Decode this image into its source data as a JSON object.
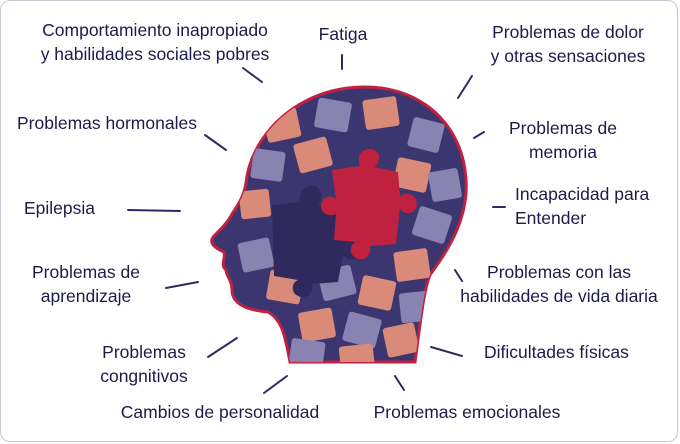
{
  "labels": {
    "social": "Comportamiento inapropiado\ny habilidades sociales pobres",
    "fatigue": "Fatiga",
    "pain": "Problemas de dolor\ny otras sensaciones",
    "hormonal": "Problemas hormonales",
    "memory": "Problemas de\nmemoria",
    "epilepsy": "Epilepsia",
    "understanding": "Incapacidad para\nEntender",
    "learning": "Problemas de\naprendizaje",
    "daily_living": "Problemas con las\nhabilidades de vida diaria",
    "cognitive": "Problemas\ncongnitivos",
    "physical": "Dificultades físicas",
    "personality": "Cambios de personalidad",
    "emotional": "Problemas emocionales"
  },
  "colors": {
    "text": "#1d1b4a",
    "line": "#2e2a63",
    "head_fill": "#3c3670",
    "head_outline": "#c0213f",
    "piece_salmon": "#d98a79",
    "piece_lavender": "#8883b0",
    "piece_dark": "#2f295e",
    "piece_red": "#c0213f"
  }
}
